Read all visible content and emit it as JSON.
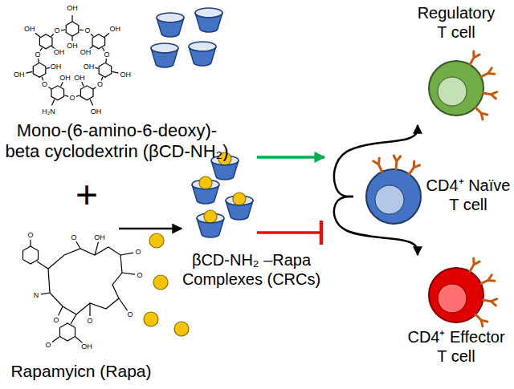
{
  "diagram": {
    "nodes": [
      {
        "text": [
          "Mono-(6-amino-6-deoxy)- beta cyclodextrin (βCD-NH₂)"
        ]
      },
      {
        "text": [
          "Rapamyicn (Rapa)"
        ]
      },
      {
        "text": [
          "βCD-NH₂ –Rapa Complexes (CRCs)"
        ]
      },
      {
        "text": [
          "Regulatory T cell"
        ]
      },
      {
        "text": [
          "CD4⁺ Naïve T cell"
        ]
      },
      {
        "text": [
          "CD4⁺ Effector T cell"
        ]
      }
    ],
    "edges": [
      {
        "from": 4,
        "to": 3,
        "arrow": "to"
      },
      {
        "from": 4,
        "to": 5,
        "arrow": "to"
      }
    ],
    "labels": [
      "+",
      "OH",
      "OH",
      "O",
      "OH",
      "OH",
      "O",
      "OH",
      "OH",
      "O",
      "OH",
      "OH",
      "O",
      "H₂N",
      "OH",
      "O",
      "OH",
      "OH",
      "O",
      "OH",
      "OH",
      "O",
      "O",
      "OH",
      "O",
      "O",
      "O",
      "O",
      "O",
      "N",
      "O",
      "O",
      "OH"
    ]
  }
}
